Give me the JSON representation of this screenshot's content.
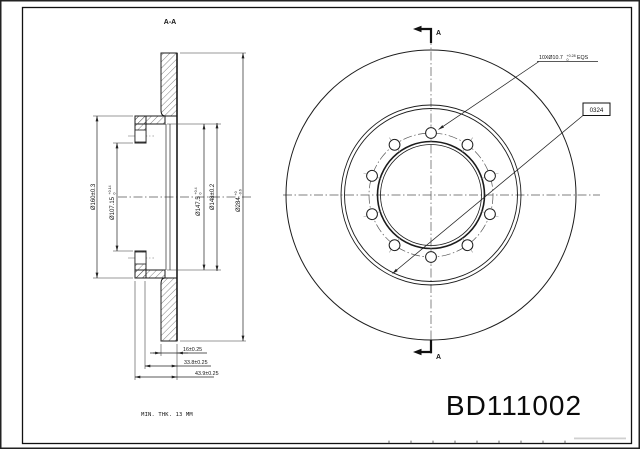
{
  "sheet": {
    "part_number": "BD111002"
  },
  "section_view": {
    "label": "A-A",
    "min_thickness_note": "MIN. THK. 13 MM",
    "dims": {
      "d160": "Ø160±0.3",
      "d107_base": "Ø107.15",
      "d107_sup": "+0.14",
      "d107_sub": "0",
      "d147_base": "Ø147.5",
      "d147_sup": "+0.4",
      "d147_sub": "0",
      "d148": "Ø148±0.2",
      "d284_base": "Ø284",
      "d284_sup": "+0",
      "d284_sub": "-0.6",
      "w16": "16±0.25",
      "w33_8": "33.8±0.25",
      "w43_9": "43.9±0.25"
    }
  },
  "front_view": {
    "cut_arrow_label_top": "A",
    "cut_arrow_label_bottom": "A",
    "holes_note_base": "10XØ10.7",
    "holes_note_sup": "+0.28",
    "holes_note_sub": "0",
    "holes_note_suffix": "EQS",
    "boxed_ref": "0324",
    "bolt_hole_count": 10
  },
  "colors": {
    "line": "#1c1c1c",
    "background": "#ffffff"
  }
}
